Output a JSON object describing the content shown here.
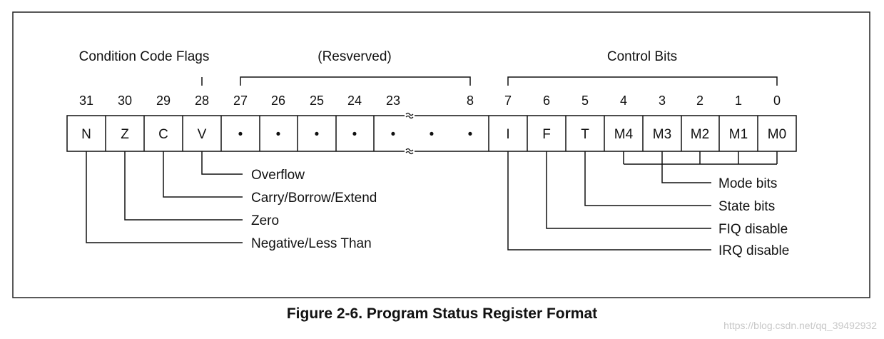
{
  "groups": {
    "condition_code_flags": "Condition Code Flags",
    "reserved": "(Resverved)",
    "control_bits": "Control Bits"
  },
  "bit_numbers": [
    "31",
    "30",
    "29",
    "28",
    "27",
    "26",
    "25",
    "24",
    "23",
    "8",
    "7",
    "6",
    "5",
    "4",
    "3",
    "2",
    "1",
    "0"
  ],
  "cells": [
    "N",
    "Z",
    "C",
    "V",
    "•",
    "•",
    "•",
    "•",
    "•",
    "•",
    "•",
    "I",
    "F",
    "T",
    "M4",
    "M3",
    "M2",
    "M1",
    "M0"
  ],
  "left_labels": [
    "Overflow",
    "Carry/Borrow/Extend",
    "Zero",
    "Negative/Less Than"
  ],
  "right_labels": [
    "Mode bits",
    "State bits",
    "FIQ disable",
    "IRQ disable"
  ],
  "caption": "Figure 2-6. Program Status Register Format",
  "watermark": "https://blog.csdn.net/qq_39492932"
}
